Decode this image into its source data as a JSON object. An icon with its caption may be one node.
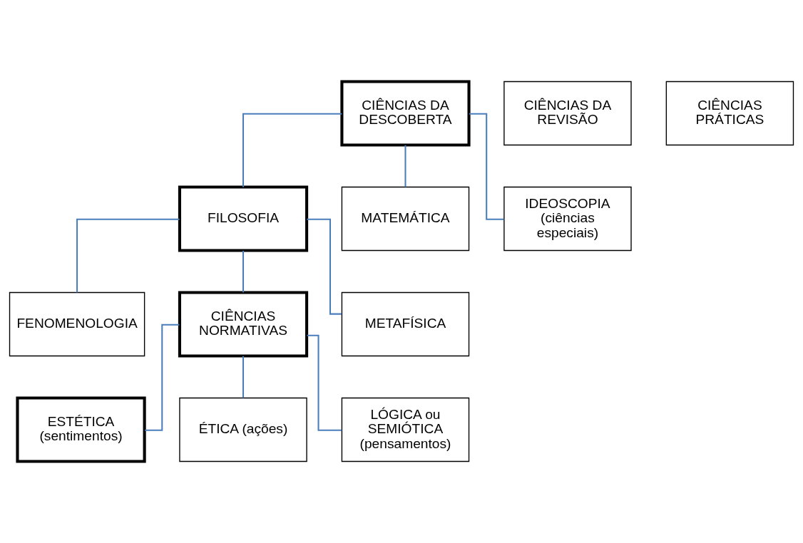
{
  "diagram": {
    "nodes": [
      {
        "text": [
          "CIÊNCIAS DA DESCOBERTA"
        ]
      },
      {
        "text": [
          "CIÊNCIAS DA REVISÃO"
        ]
      },
      {
        "text": [
          "CIÊNCIAS PRÁTICAS"
        ]
      },
      {
        "text": [
          "FILOSOFIA"
        ]
      },
      {
        "text": [
          "MATEMÁTICA"
        ]
      },
      {
        "text": [
          "IDEOSCOPIA (ciências especiais)"
        ]
      },
      {
        "text": [
          "FENOMENOLOGIA"
        ]
      },
      {
        "text": [
          "CIÊNCIAS NORMATIVAS"
        ]
      },
      {
        "text": [
          "METAFÍSICA"
        ]
      },
      {
        "text": [
          "ESTÉTICA (sentimentos)"
        ]
      },
      {
        "text": [
          "ÉTICA (ações)"
        ]
      },
      {
        "text": [
          "LÓGICA ou SEMIÓTICA (pensamentos)"
        ]
      }
    ],
    "edges": [
      {
        "from": 0,
        "to": 3,
        "arrow": "none"
      },
      {
        "from": 0,
        "to": 4,
        "arrow": "none"
      },
      {
        "from": 0,
        "to": 5,
        "arrow": "none"
      },
      {
        "from": 3,
        "to": 6,
        "arrow": "none"
      },
      {
        "from": 3,
        "to": 7,
        "arrow": "none"
      },
      {
        "from": 3,
        "to": 8,
        "arrow": "none"
      },
      {
        "from": 7,
        "to": 9,
        "arrow": "none"
      },
      {
        "from": 7,
        "to": 10,
        "arrow": "none"
      },
      {
        "from": 7,
        "to": 11,
        "arrow": "none"
      }
    ]
  }
}
